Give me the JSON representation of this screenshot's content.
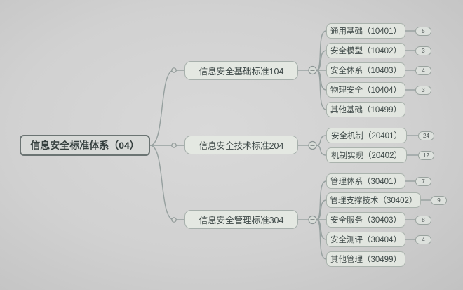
{
  "root": {
    "label": "信息安全标准体系（04）"
  },
  "branches": [
    {
      "label": "信息安全基础标准104",
      "leaves": [
        {
          "label": "通用基础（10401）",
          "count": "5"
        },
        {
          "label": "安全模型（10402）",
          "count": "3"
        },
        {
          "label": "安全体系（10403）",
          "count": "4"
        },
        {
          "label": "物理安全（10404）",
          "count": "3"
        },
        {
          "label": "其他基础（10499）",
          "count": ""
        }
      ]
    },
    {
      "label": "信息安全技术标准204",
      "leaves": [
        {
          "label": "安全机制（20401）",
          "count": "24"
        },
        {
          "label": "机制实现（20402）",
          "count": "12"
        }
      ]
    },
    {
      "label": "信息安全管理标准304",
      "leaves": [
        {
          "label": "管理体系（30401）",
          "count": "7"
        },
        {
          "label": "管理支撑技术（30402）",
          "count": "9"
        },
        {
          "label": "安全服务（30403）",
          "count": "8"
        },
        {
          "label": "安全测评（30404）",
          "count": "4"
        },
        {
          "label": "其他管理（30499）",
          "count": ""
        }
      ]
    }
  ],
  "colors": {
    "canvas_bg": "#d1d1d1",
    "node_bg": "#e2e6e0",
    "root_border": "#6b7473",
    "node_border": "#aab3ad",
    "connector": "#96a09f"
  }
}
